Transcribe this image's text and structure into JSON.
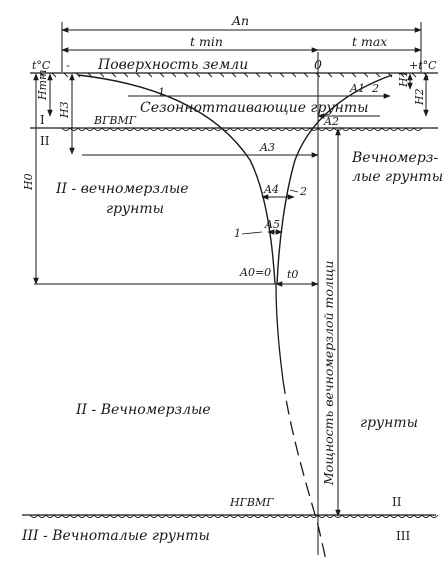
{
  "labels": {
    "amplitude": "Aп",
    "t_min": "t min",
    "t_max": "t max",
    "temp_left": "t°C",
    "temp_right": "+t°C",
    "minus_sign": "-",
    "zero": "0",
    "surface": "Поверхность земли",
    "seasonal": "Сезонноттаивающие грунты",
    "h_tm": "Hтт",
    "h3": "H3",
    "h1": "H1",
    "h2": "H2",
    "h0": "H0",
    "vgvmg": "ВГВМГ",
    "ngvmg": "НГВМГ",
    "A1": "A1",
    "A2": "A2",
    "A3": "A3",
    "A4": "A4",
    "A5": "A5",
    "A0": "A0=0",
    "t0": "t0",
    "curve1": "1",
    "curve2": "2",
    "zone_I": "I",
    "zone_II": "II",
    "zone_III": "III",
    "permafrost_left_1": "II - вечномерзлые",
    "permafrost_left_2": "грунты",
    "permafrost_right_1": "Вечномерз-",
    "permafrost_right_2": "лые грунты",
    "permafrost_mid_1": "II  - Вечномерзлые",
    "permafrost_mid_2": "грунты",
    "thickness": "Мощность вечномерзлой толщи",
    "thawed": "III - Вечноталые  грунты"
  }
}
